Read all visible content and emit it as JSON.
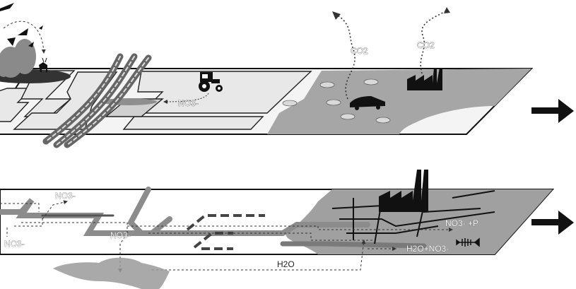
{
  "top_panel": {
    "labels": {
      "no3_field": "NO3-",
      "co2_left": "CO2",
      "co2_right": "CO2"
    }
  },
  "bottom_panel": {
    "labels": {
      "no3_top": "NO3-",
      "no3_left": "NO3-",
      "no3_center": "NO3-",
      "no3_p": "NO3- +P",
      "h2o_no3": "H2O+NO3-",
      "h2o": "H2O"
    }
  },
  "colors": {
    "plane_light": "#f2f2f2",
    "urban_gray": "#a6a6a6",
    "stream_gray": "#8c8c8c",
    "dark": "#111111"
  },
  "icons": [
    "bird-icon",
    "tree-icon",
    "deer-icon",
    "tractor-icon",
    "car-icon",
    "factory-icon",
    "fish-skeleton-icon",
    "arrow-right-icon"
  ]
}
